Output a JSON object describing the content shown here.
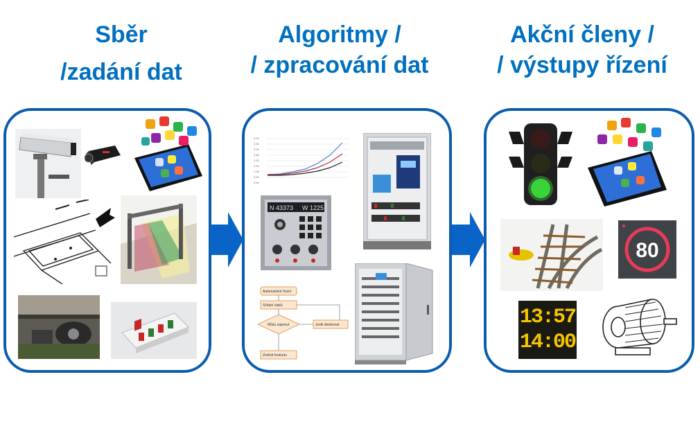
{
  "columns": [
    {
      "title_line1": "Sběr",
      "title_line2": "/zadání dat"
    },
    {
      "title_line1": "Algoritmy /",
      "title_line2": "/ zpracování dat"
    },
    {
      "title_line1": "Akční členy /",
      "title_line2": "/ výstupy řízení"
    }
  ],
  "panel1": {
    "icons": [
      "surveillance-camera-icon",
      "industrial-camera-icon",
      "smartphone-apps-icon",
      "road-sensor-diagram-icon",
      "traffic-gantry-icon",
      "rail-sensor-icon",
      "control-box-icon"
    ]
  },
  "panel2": {
    "chart_ticks": [
      "4.00",
      "3.50",
      "3.00",
      "2.50",
      "2.00",
      "1.50",
      "1.00",
      "0.50",
      "0.00"
    ],
    "panel_display_left": "N 43373",
    "panel_display_right": "W 1225",
    "flow_box_1": "Automatické řízení",
    "flow_box_2": "Sčítání vlaků",
    "flow_decision": "Můžu zapnout",
    "flow_box_3": "Jestli detekovat",
    "flow_box_4": "Změnit hodnotu",
    "icons": [
      "line-chart-icon",
      "electrical-cabinet-icon",
      "control-panel-icon",
      "flowchart-icon",
      "server-cabinet-icon"
    ]
  },
  "panel3": {
    "speed_limit": "80",
    "clock_line1": "13:57",
    "clock_line2": "14:00",
    "icons": [
      "traffic-light-icon",
      "smartphone-apps-icon",
      "railway-switch-icon",
      "speed-sign-icon",
      "departure-clock-icon",
      "electric-motor-icon"
    ]
  },
  "colors": {
    "title": "#0070c0",
    "border": "#0b5cad",
    "arrow": "#0a64c8"
  }
}
